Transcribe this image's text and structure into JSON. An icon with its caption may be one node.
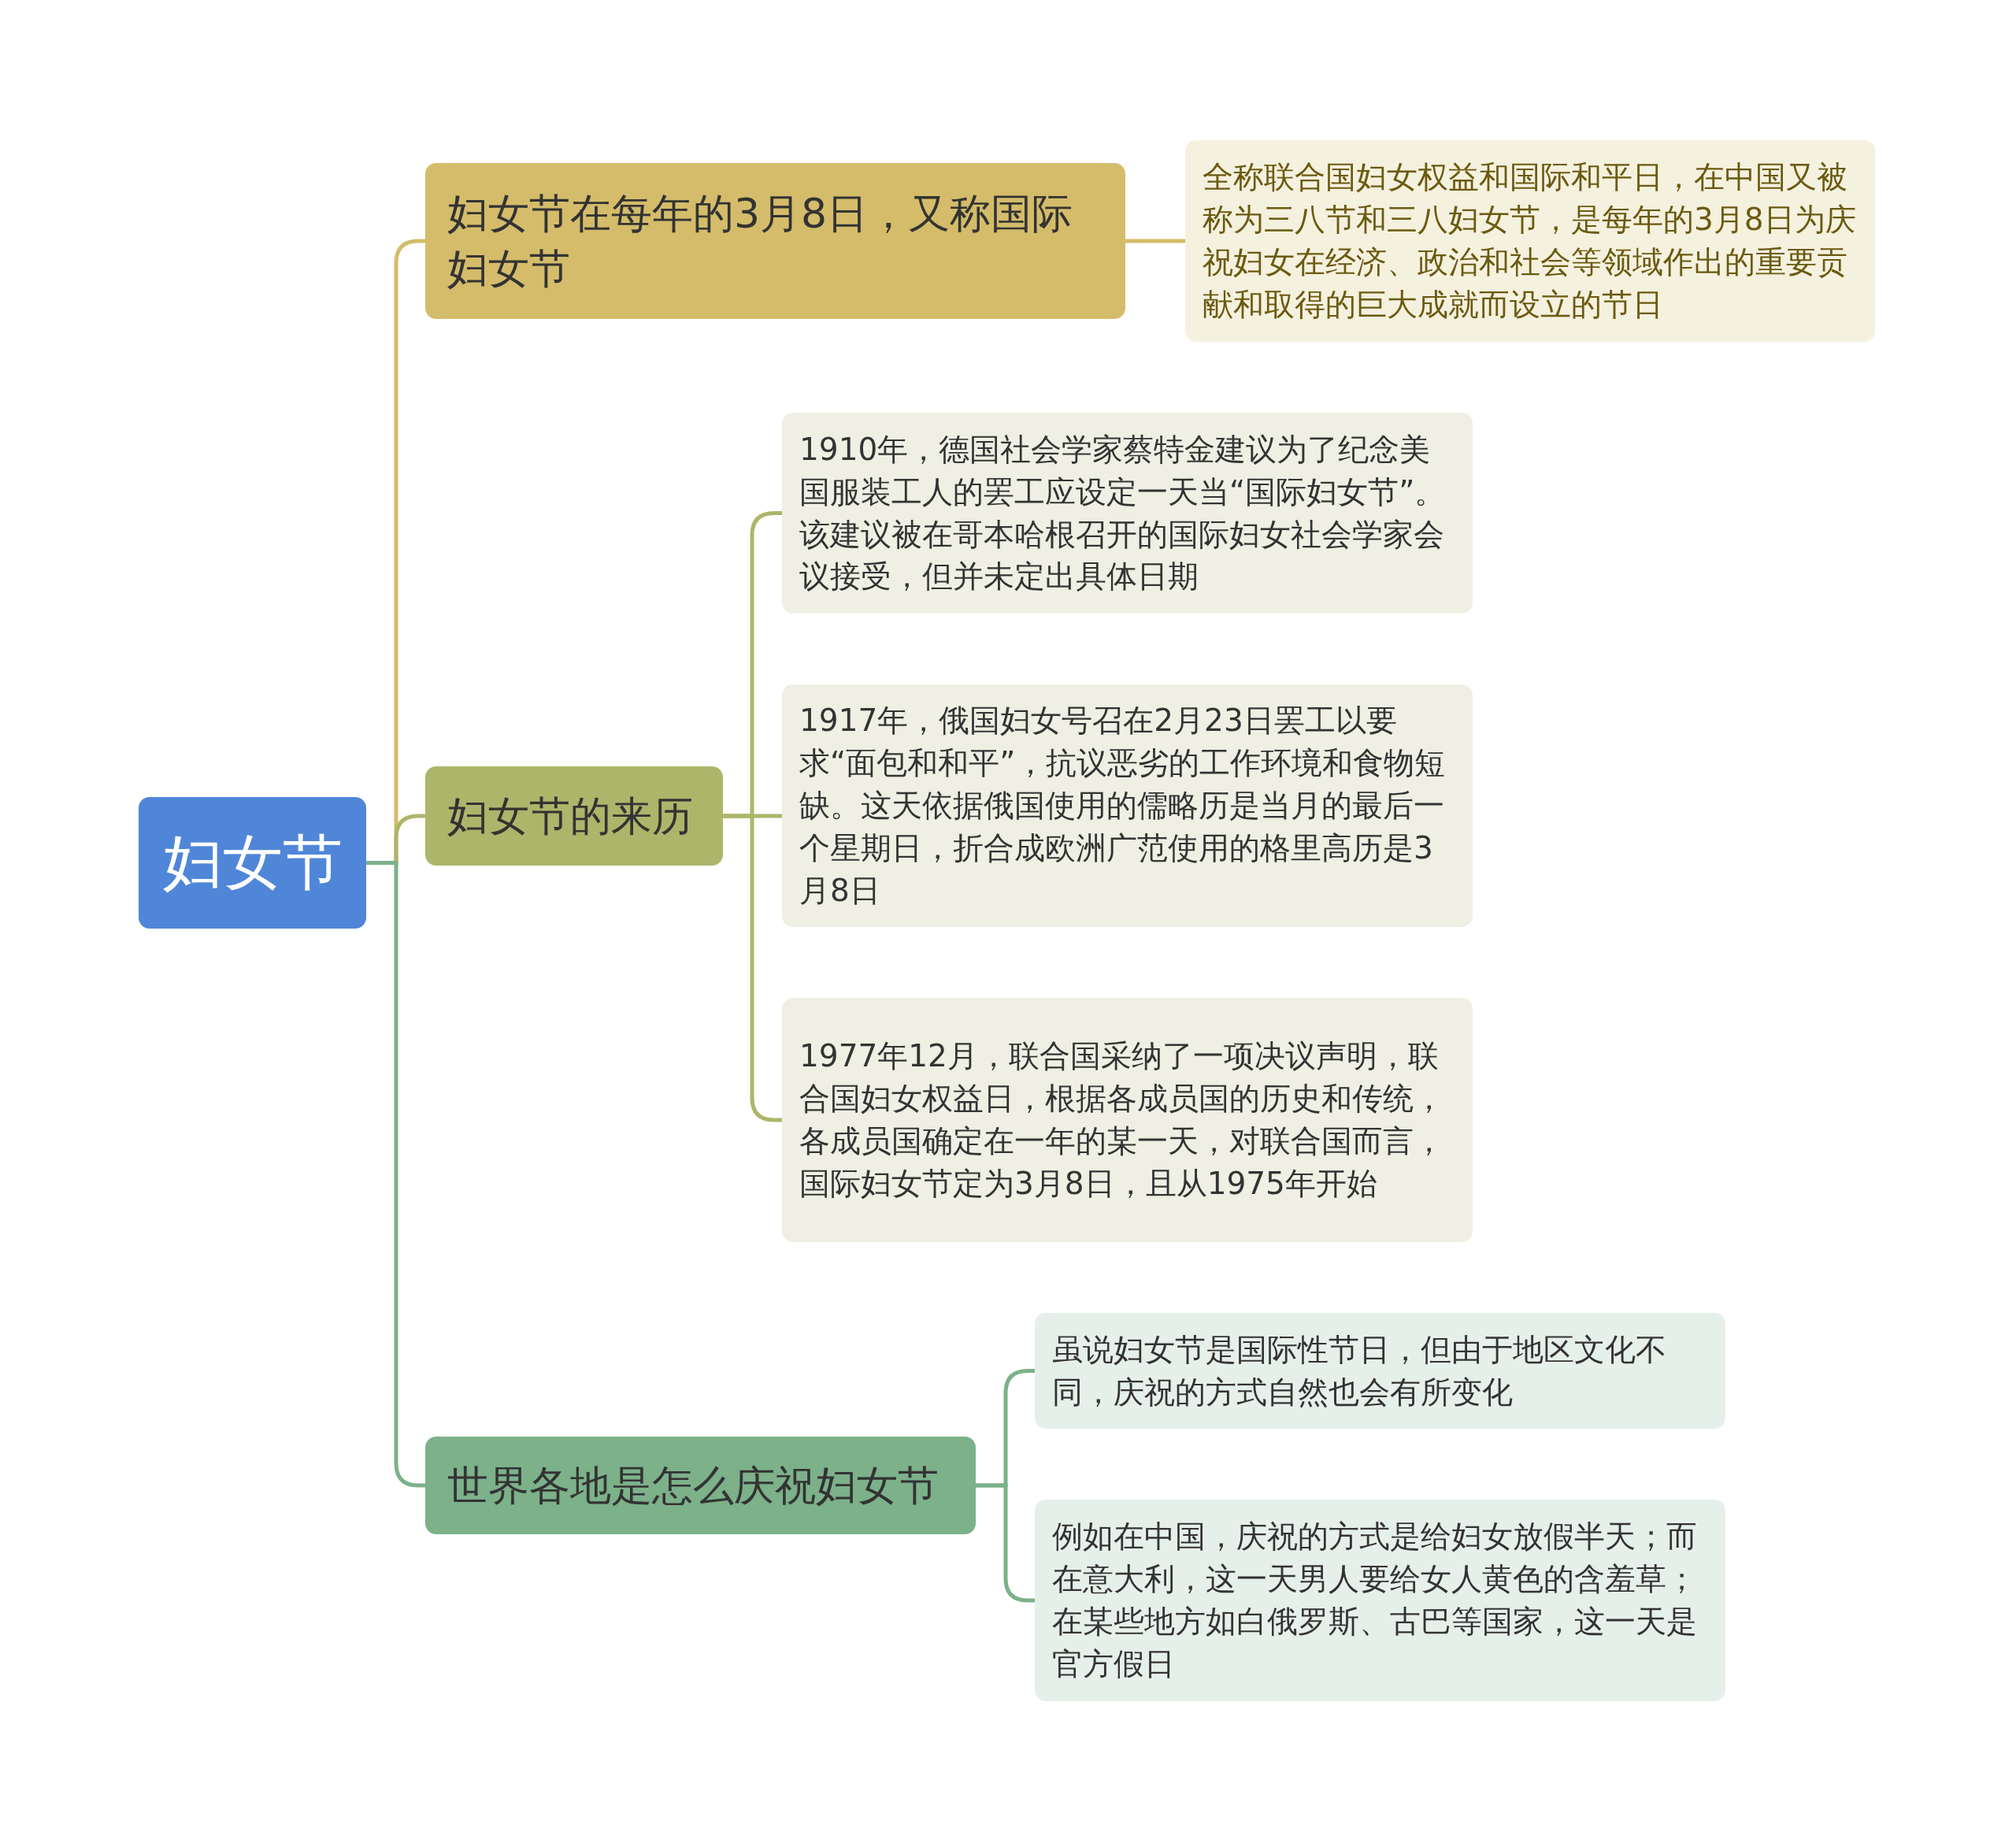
{
  "diagram": {
    "nodes": [
      {
        "text": [
          "妇女节"
        ]
      },
      {
        "text": [
          "妇女节在每年的3月8日，又称国际妇女节"
        ]
      },
      {
        "text": [
          "全称联合国妇女权益和国际和平日，在中国又被称为三八节和三八妇女节，是每年的3月8日为庆祝妇女在经济、政治和社会等领域作出的重要贡献和取得的巨大成就而设立的节日"
        ]
      },
      {
        "text": [
          "妇女节的来历"
        ]
      },
      {
        "text": [
          "1910年，德国社会学家蔡特金建议为了纪念美国服装工人的罢工应设定一天当“国际妇女节”。该建议被在哥本哈根召开的国际妇女社会学家会议接受，但并未定出具体日期"
        ]
      },
      {
        "text": [
          "1917年，俄国妇女号召在2月23日罢工以要求“面包和和平”，抗议恶劣的工作环境和食物短缺。这天依据俄国使用的儒略历是当月的最后一个星期日，折合成欧洲广范使用的格里高历是3月8日"
        ]
      },
      {
        "text": [
          "1977年12月，联合国采纳了一项决议声明，联合国妇女权益日，根据各成员国的历史和传统，各成员国确定在一年的某一天，对联合国而言，国际妇女节定为3月8日，且从1975年开始"
        ]
      },
      {
        "text": [
          "世界各地是怎么庆祝妇女节"
        ]
      },
      {
        "text": [
          "虽说妇女节是国际性节日，但由于地区文化不同，庆祝的方式自然也会有所变化"
        ]
      },
      {
        "text": [
          "例如在中国，庆祝的方式是给妇女放假半天；而在意大利，这一天男人要给女人黄色的含羞草；在某些地方如白俄罗斯、古巴等国家，这一天是官方假日"
        ]
      }
    ],
    "edges": [
      {
        "from": 0,
        "to": 1,
        "arrow": "none",
        "color": "#d4bc6a"
      },
      {
        "from": 0,
        "to": 3,
        "arrow": "none"
      },
      {
        "from": 0,
        "to": 7,
        "arrow": "none",
        "color": "#7cb18a"
      },
      {
        "from": 1,
        "to": 2,
        "arrow": "none",
        "color": "#d4bc6a"
      },
      {
        "from": 3,
        "to": 4,
        "arrow": "none"
      },
      {
        "from": 3,
        "to": 5,
        "arrow": "none"
      },
      {
        "from": 3,
        "to": 6,
        "arrow": "none"
      },
      {
        "from": 7,
        "to": 8,
        "arrow": "none",
        "color": "#7cb18a"
      },
      {
        "from": 7,
        "to": 9,
        "arrow": "none",
        "color": "#7cb18a"
      }
    ]
  }
}
